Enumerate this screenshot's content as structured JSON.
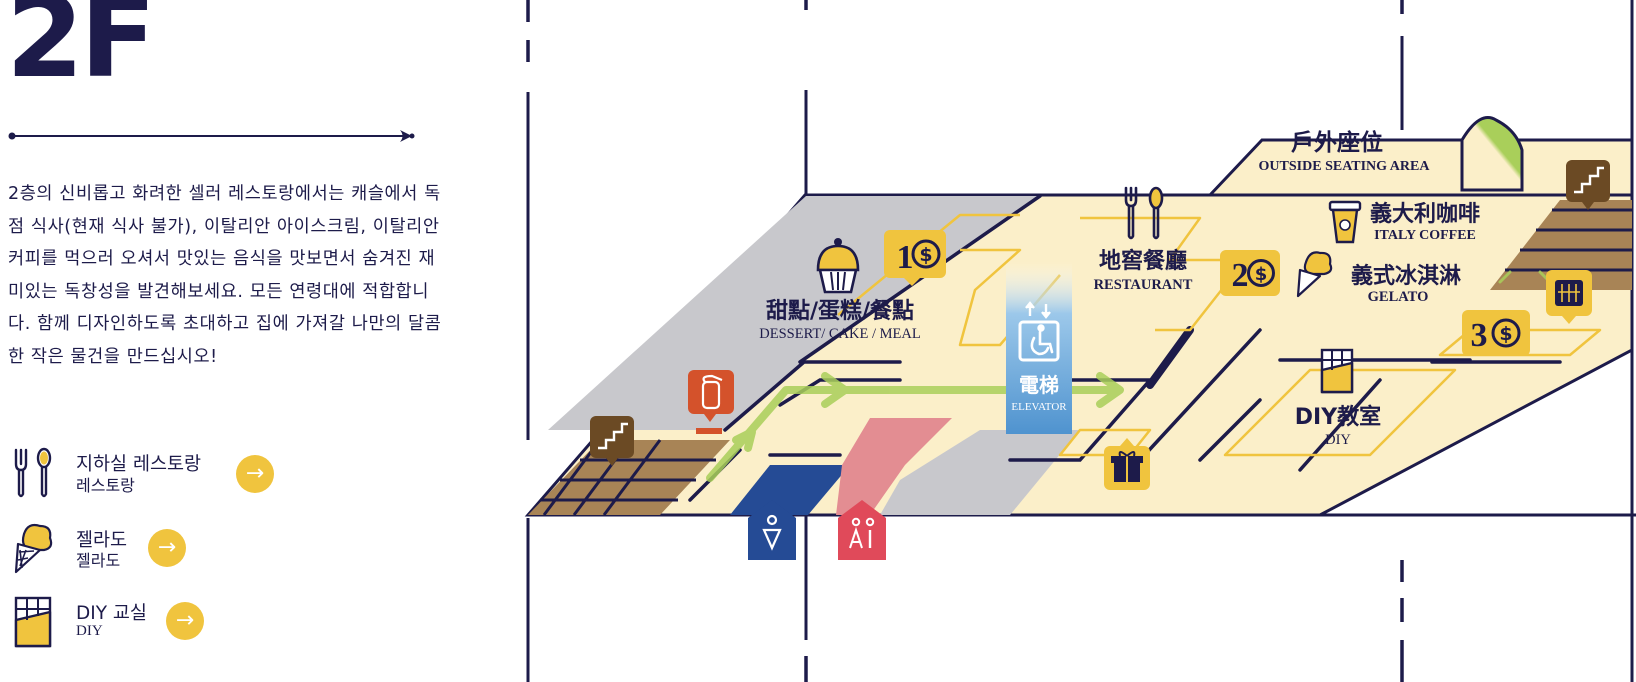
{
  "floor": {
    "title": "2F"
  },
  "description": "2층의 신비롭고 화려한 셀러 레스토랑에서는 캐슬에서 독점 식사(현재 식사 불가), 이탈리안 아이스크림, 이탈리안 커피를 먹으러 오셔서 맛있는 음식을 맛보면서 숨겨진 재미있는 독창성을 발견해보세요. 모든 연령대에 적합합니다. 함께 디자인하도록 초대하고 집에 가져갈 나만의 달콤한 작은 물건을 만드십시오!",
  "legend": [
    {
      "icon": "fork-spoon-icon",
      "title": "지하실 레스토랑",
      "subtitle": "레스토랑",
      "arrow": "→"
    },
    {
      "icon": "ice-cream-cone-icon",
      "title": "젤라도",
      "subtitle": "젤라도",
      "arrow": "→"
    },
    {
      "icon": "chocolate-bar-icon",
      "title": "DIY 교실",
      "subtitle": "DIY",
      "arrow": "→"
    }
  ],
  "map": {
    "outside_seating": {
      "zh": "戶外座位",
      "en": "OUTSIDE SEATING AREA"
    },
    "dessert": {
      "zh": "甜點/蛋糕/餐點",
      "en": "DESSERT/ CAKE / MEAL",
      "badge": "1$"
    },
    "restaurant": {
      "zh": "地窖餐廳",
      "en": "RESTAURANT"
    },
    "coffee": {
      "zh": "義大利咖啡",
      "en": "ITALY COFFEE"
    },
    "gelato": {
      "zh": "義式冰淇淋",
      "en": "GELATO",
      "badge": "2$"
    },
    "cashier3": {
      "badge": "3$"
    },
    "elevator": {
      "zh": "電梯",
      "en": "ELEVATOR"
    },
    "diy": {
      "zh": "DIY教室",
      "en": "DIY"
    }
  },
  "colors": {
    "navy": "#1d1b4a",
    "floor": "#fbefc9",
    "yellow": "#f0c43e",
    "grey": "#c8c8cc",
    "green": "#a9cf5a",
    "pink": "#e38d92",
    "blue": "#254b95",
    "orange": "#d4522b",
    "brown": "#6b4a24",
    "elevator_blue": "#7fb8e0"
  }
}
